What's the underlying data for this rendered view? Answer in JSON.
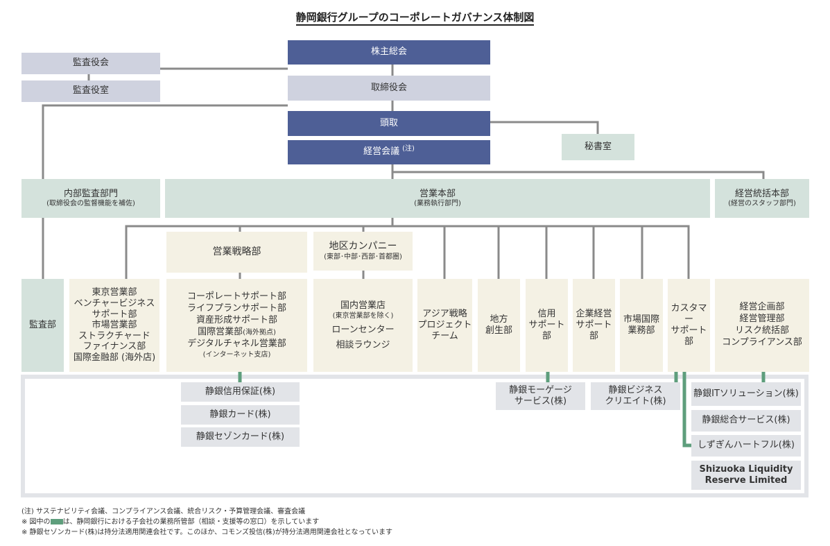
{
  "title": "静岡銀行グループのコーポレートガバナンス体制図",
  "top": {
    "shareholders": "株主総会",
    "board": "取締役会",
    "audit_board": "監査役会",
    "audit_office": "監査役室",
    "president": "頭取",
    "exec_committee": "経営会議",
    "exec_note_mark": "(注)",
    "secretary": "秘書室"
  },
  "divisions": {
    "internal_audit": {
      "name": "内部監査部門",
      "sub": "(取締役会の監督機能を補佐)"
    },
    "sales": {
      "name": "営業本部",
      "sub": "(業務執行部門)"
    },
    "management": {
      "name": "経営統括本部",
      "sub": "(経営のスタッフ部門)"
    }
  },
  "groups": {
    "strategy": "営業戦略部",
    "district_company": {
      "name": "地区カンパニー",
      "sub": "(東部･中部･西部･首都圏)"
    }
  },
  "departments": {
    "audit": "監査部",
    "tokyo": [
      "東京営業部",
      "ベンチャービジネス",
      "サポート部",
      "市場営業部",
      "ストラクチャード",
      "ファイナンス部",
      "国際金融部 (海外店)"
    ],
    "strategy_list": [
      "コーポレートサポート部",
      "ライフプランサポート部",
      "資産形成サポート部"
    ],
    "strategy_intl": "国際営業部",
    "strategy_intl_sub": "(海外拠点)",
    "strategy_digital": "デジタルチャネル営業部",
    "strategy_digital_sub": "(インターネット支店)",
    "domestic_branch": "国内営業店",
    "domestic_branch_sub": "(東京営業部を除く)",
    "loan_center": "ローンセンター",
    "consult_lounge": "相談ラウンジ",
    "asia": [
      "アジア戦略",
      "プロジェクト",
      "チーム"
    ],
    "regional": [
      "地方",
      "創生部"
    ],
    "credit": [
      "信用",
      "サポート",
      "部"
    ],
    "corporate_mgmt": [
      "企業経営",
      "サポート",
      "部"
    ],
    "market_intl": [
      "市場国際",
      "業務部"
    ],
    "customer": [
      "カスタマー",
      "サポート",
      "部"
    ],
    "mgmt_list": [
      "経営企画部",
      "経営管理部",
      "リスク統括部",
      "コンプライアンス部"
    ]
  },
  "subsidiaries": {
    "guarantee": "静銀信用保証(株)",
    "card": "静銀カード(株)",
    "saison": "静銀セゾンカード(株)",
    "mortgage": [
      "静銀モーゲージ",
      "サービス(株)"
    ],
    "business_create": [
      "静銀ビジネス",
      "クリエイト(株)"
    ],
    "it_solution": "静銀ITソリューション(株)",
    "general_service": "静銀総合サービス(株)",
    "heartful": "しずぎんハートフル(株)",
    "liquidity": [
      "Shizuoka Liquidity",
      "Reserve Limited"
    ]
  },
  "notes": {
    "note1": "(注) サステナビリティ会議、コンプライアンス会議、統合リスク・予算管理会議、審査会議",
    "note2_pre": "※ 図中の",
    "note2_post": "は、静岡銀行における子会社の業務所管部（相談・支援等の窓口）を示しています",
    "note3": "※ 静銀セゾンカード(株)は持分法適用関連会社です。このほか、コモンズ投信(株)が持分法適用関連会社となっています"
  },
  "colors": {
    "navy": "#4e5f96",
    "gray": "#cfd2df",
    "green_division": "#d4e2dc",
    "cream": "#f4f1e4",
    "subsidiary_link": "#5e9e7c",
    "connector": "#8a8a8a"
  }
}
